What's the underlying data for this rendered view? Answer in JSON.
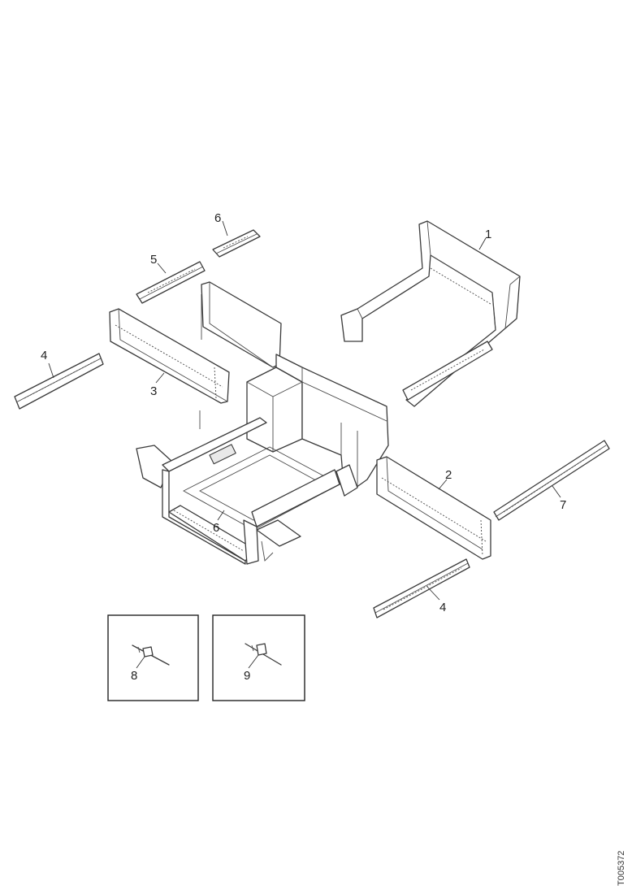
{
  "callouts": {
    "part_1": "1",
    "part_2": "2",
    "part_3": "3",
    "part_4_left": "4",
    "part_4_right": "4",
    "part_5": "5",
    "part_6_top": "6",
    "part_6_frame": "6",
    "part_7": "7",
    "part_8": "8",
    "part_9": "9"
  },
  "document_id": "T005372"
}
